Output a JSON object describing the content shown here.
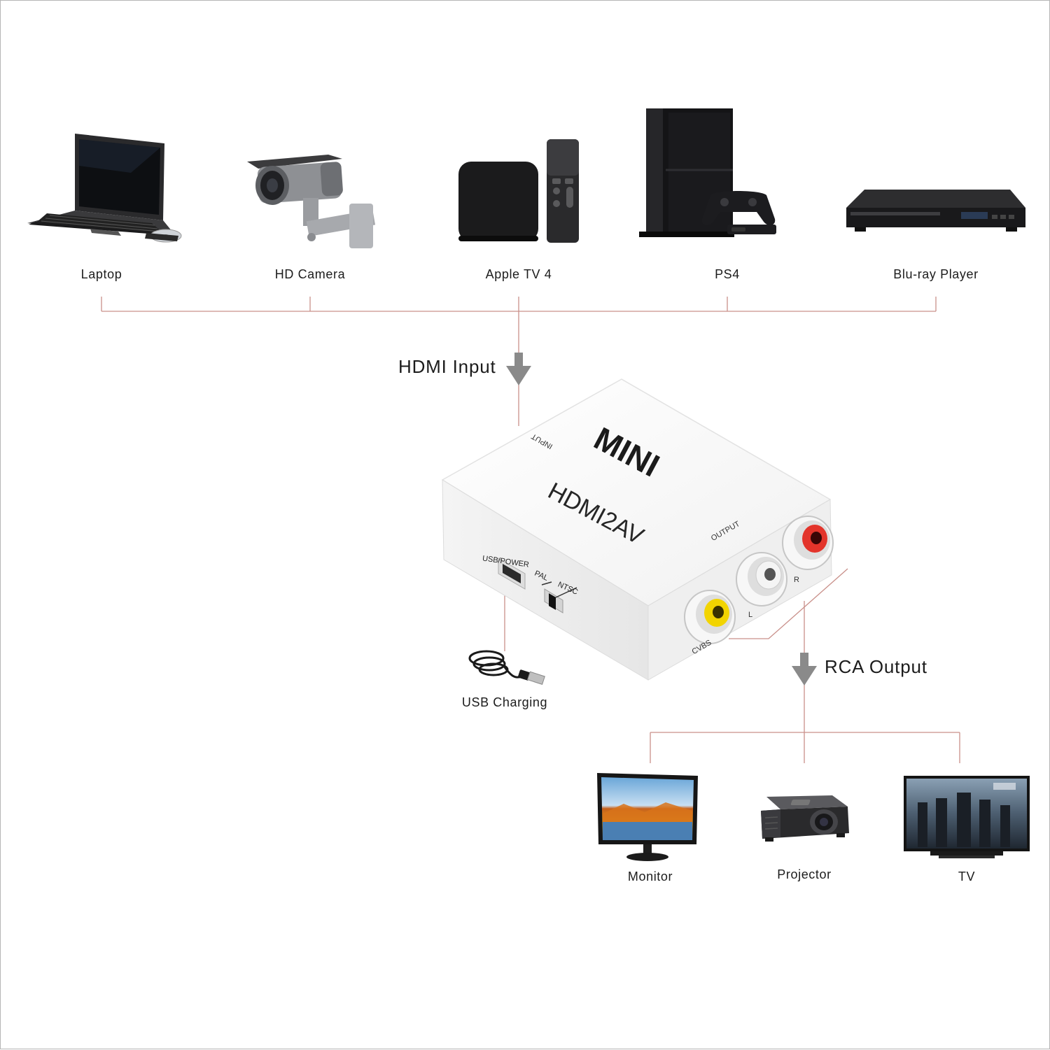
{
  "input_devices": [
    {
      "label": "Laptop",
      "icon": "laptop-icon"
    },
    {
      "label": "HD Camera",
      "icon": "cctv-camera-icon"
    },
    {
      "label": "Apple TV 4",
      "icon": "apple-tv-icon"
    },
    {
      "label": "PS4",
      "icon": "game-console-icon"
    },
    {
      "label": "Blu-ray Player",
      "icon": "bluray-player-icon"
    }
  ],
  "hdmi_input_label": "HDMI Input",
  "rca_output_label": "RCA Output",
  "usb_charging_label": "USB Charging",
  "converter": {
    "brand": "MINI",
    "model": "HDMI2AV",
    "input_port": "INPUT",
    "output_port": "OUTPUT",
    "usb_port": "USB/POWER",
    "switch_pal": "PAL",
    "switch_ntsc": "NTSC",
    "jack_cvbs": "CVBS",
    "jack_left": "L",
    "jack_right": "R"
  },
  "output_devices": [
    {
      "label": "Monitor",
      "icon": "monitor-icon"
    },
    {
      "label": "Projector",
      "icon": "projector-icon"
    },
    {
      "label": "TV",
      "icon": "tv-icon"
    }
  ],
  "colors": {
    "connector_line": "#c9908a",
    "arrow": "#8a8a8a",
    "jack_yellow": "#f2d400",
    "jack_white": "#f4f4f4",
    "jack_red": "#e3342b",
    "device_dark": "#1d1d1f"
  }
}
